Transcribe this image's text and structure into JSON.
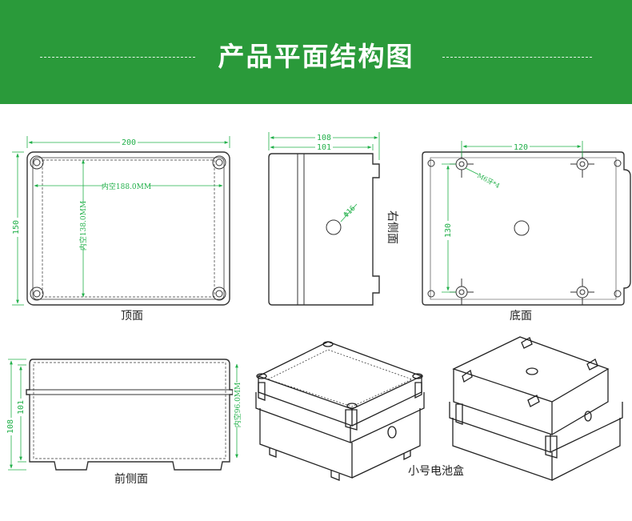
{
  "header": {
    "title": "产品平面结构图"
  },
  "views": {
    "top": {
      "caption": "顶面",
      "dim_width": "200",
      "dim_height": "150",
      "inner_width": "内空188.0MM",
      "inner_height": "内空138.0MM"
    },
    "side_right": {
      "caption": "右侧面",
      "dim_outer": "108",
      "dim_inner": "101",
      "hole": "Φ16"
    },
    "bottom": {
      "caption": "底面",
      "dim_width": "120",
      "dim_height": "130",
      "screw": "M6牙*4"
    },
    "front_side": {
      "caption": "前侧面",
      "dim_outer": "108",
      "dim_inner": "101",
      "inner_height": "内空96.0MM"
    },
    "iso": {
      "caption": "小号电池盒"
    }
  },
  "colors": {
    "banner": "#2a9a3a",
    "dimension": "#22b04a",
    "outline": "#333333"
  }
}
